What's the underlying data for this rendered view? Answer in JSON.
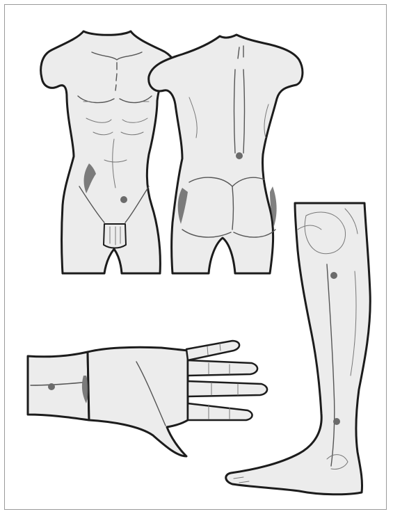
{
  "figure": {
    "background": "#ffffff",
    "border_color": "#9a9a9a",
    "skin_color": "#ececec",
    "outline_color": "#1c1c1c",
    "marker_color": "#6b6b6b",
    "views": [
      {
        "name": "torso-front",
        "marker_count": 1
      },
      {
        "name": "torso-back",
        "marker_count": 1
      },
      {
        "name": "leg-side",
        "marker_count": 2
      },
      {
        "name": "hand-palm",
        "marker_count": 1
      }
    ]
  }
}
